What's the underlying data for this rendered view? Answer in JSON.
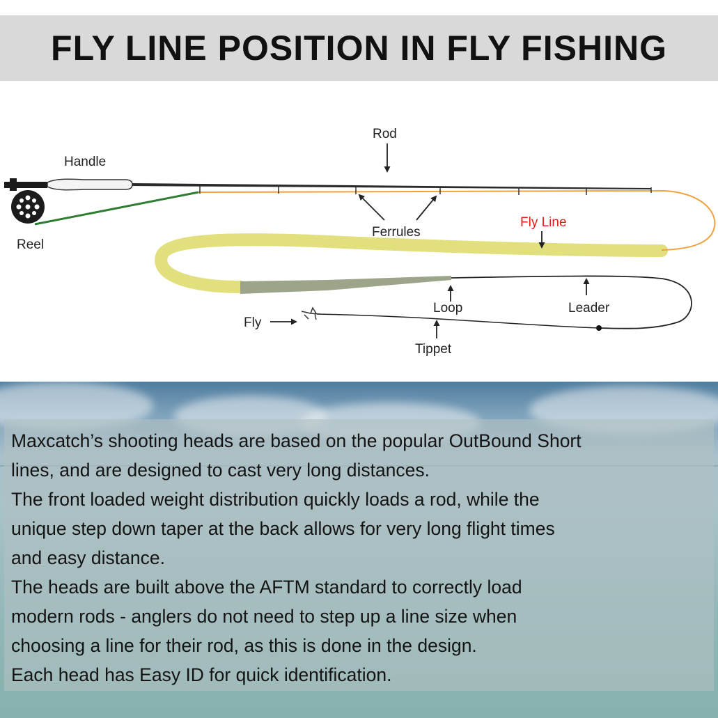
{
  "title": "FLY LINE POSITION IN FLY FISHING",
  "diagram": {
    "labels": {
      "rod": "Rod",
      "handle": "Handle",
      "reel": "Reel",
      "ferrules": "Ferrules",
      "fly_line": "Fly Line",
      "loop": "Loop",
      "leader": "Leader",
      "fly": "Fly",
      "tippet": "Tippet"
    },
    "colors": {
      "fly_line": "#e2df7d",
      "running_line": "#f0a23c",
      "backing": "#2e7d32",
      "head_tip": "#9ca58a",
      "fly_line_label": "#e31b1b"
    }
  },
  "description": {
    "lines": [
      "Maxcatch’s shooting heads are based on the popular OutBound Short",
      "lines, and are designed to cast very long distances.",
      "The front loaded weight distribution quickly loads a rod, while the",
      "unique step down taper at the back allows for very long flight times",
      "and easy distance.",
      "The heads are built above the AFTM standard to correctly load",
      "modern rods - anglers do not need to step up a line size when",
      "choosing a line for their rod, as this is done in the design.",
      "Each head has Easy ID for quick identification."
    ]
  }
}
